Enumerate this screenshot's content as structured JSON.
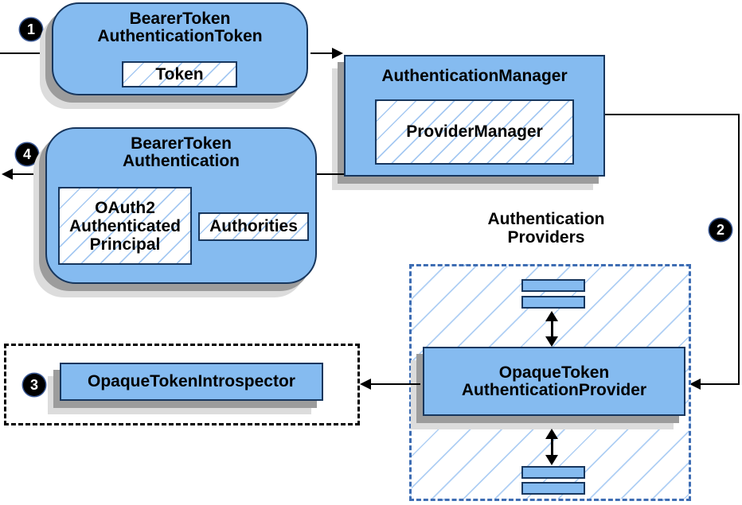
{
  "diagram": {
    "badges": {
      "step1": "1",
      "step2": "2",
      "step3": "3",
      "step4": "4"
    },
    "boxes": {
      "bearer_token_authentication_token": {
        "title": [
          "BearerToken",
          "AuthenticationToken"
        ],
        "token_label": "Token"
      },
      "authentication_manager": {
        "title": "AuthenticationManager",
        "provider_manager_label": "ProviderManager"
      },
      "bearer_token_authentication": {
        "title": [
          "BearerToken",
          "Authentication"
        ],
        "principal_label": [
          "OAuth2",
          "Authenticated",
          "Principal"
        ],
        "authorities_label": "Authorities"
      },
      "opaque_token_introspector": {
        "label": "OpaqueTokenIntrospector"
      },
      "authentication_providers": {
        "heading": [
          "Authentication",
          "Providers"
        ],
        "provider_label": [
          "OpaqueToken",
          "AuthenticationProvider"
        ]
      }
    },
    "colors": {
      "box_fill": "#85bbf0",
      "box_border": "#17365d",
      "hatch_line": "#a6c9f2",
      "providers_hatch_line": "#afcff4",
      "providers_dash_border": "#3e6db3",
      "introspector_dash_border": "#000000",
      "shadow_dark": "#9c9c9c",
      "shadow_light": "#dcdcdc",
      "arrow": "#000000",
      "badge_bg": "#000000",
      "badge_text": "#ffffff"
    }
  }
}
